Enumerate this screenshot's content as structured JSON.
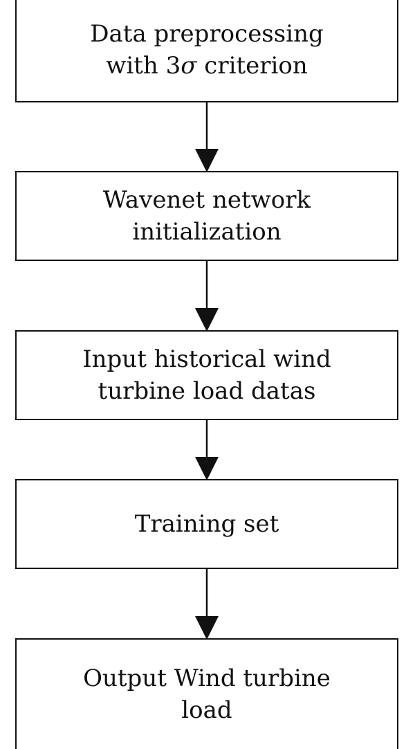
{
  "flowchart": {
    "steps": [
      {
        "id": "step-1",
        "label": "Data preprocessing\nwith 3σ criterion"
      },
      {
        "id": "step-2",
        "label": "Wavenet network\ninitialization"
      },
      {
        "id": "step-3",
        "label": "Input historical wind\nturbine load datas"
      },
      {
        "id": "step-4",
        "label": "Training set"
      },
      {
        "id": "step-5",
        "label": "Output Wind turbine\nload"
      }
    ],
    "connections": [
      {
        "from": "step-1",
        "to": "step-2"
      },
      {
        "from": "step-2",
        "to": "step-3"
      },
      {
        "from": "step-3",
        "to": "step-4"
      },
      {
        "from": "step-4",
        "to": "step-5"
      }
    ],
    "colors": {
      "stroke": "#111111",
      "background": "#ffffff"
    }
  }
}
